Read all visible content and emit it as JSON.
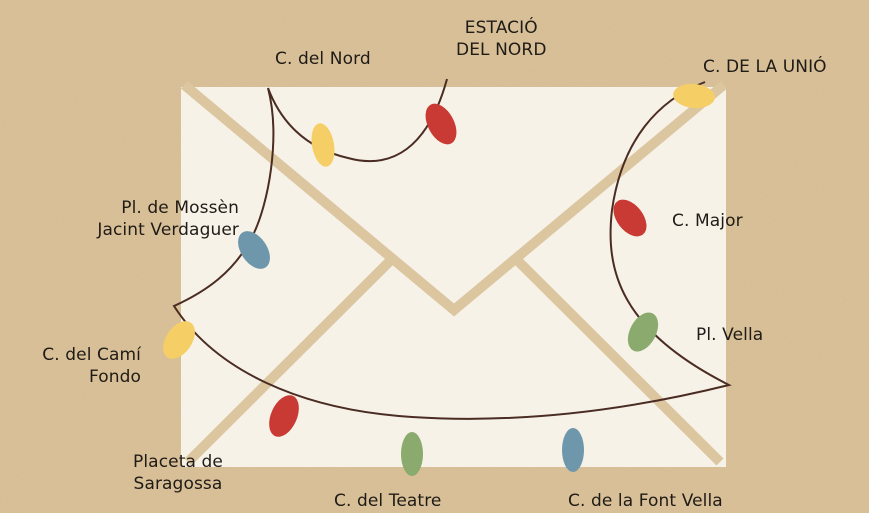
{
  "colors": {
    "background": "#d9bf95",
    "envelope": "#f7f2e8",
    "envelope_fold": "#dcc6a0",
    "wire": "#4a2c22",
    "bulb_yellow": "#f5cf66",
    "bulb_red": "#c83a33",
    "bulb_blue": "#6f97ac",
    "bulb_green": "#8aab6d"
  },
  "labels": {
    "estacio_nord": [
      "ESTACIÓ",
      "DEL NORD"
    ],
    "c_del_nord": [
      "C. del Nord"
    ],
    "c_de_la_unio": [
      "C. DE LA UNIÓ"
    ],
    "pl_mossen": [
      "Pl. de Mossèn",
      "Jacint Verdaguer"
    ],
    "c_major": [
      "C. Major"
    ],
    "c_cami_fondo": [
      "C. del Camí",
      "Fondo"
    ],
    "pl_vella": [
      "Pl. Vella"
    ],
    "placeta_saragossa": [
      "Placeta de",
      "Saragossa"
    ],
    "c_teatre": [
      "C. del Teatre"
    ],
    "c_font_vella": [
      "C. de la Font Vella"
    ]
  },
  "bulbs": [
    {
      "color": "bulb_yellow"
    },
    {
      "color": "bulb_red"
    },
    {
      "color": "bulb_yellow"
    },
    {
      "color": "bulb_red"
    },
    {
      "color": "bulb_green"
    },
    {
      "color": "bulb_blue"
    },
    {
      "color": "bulb_yellow"
    },
    {
      "color": "bulb_red"
    },
    {
      "color": "bulb_green"
    },
    {
      "color": "bulb_blue"
    }
  ]
}
